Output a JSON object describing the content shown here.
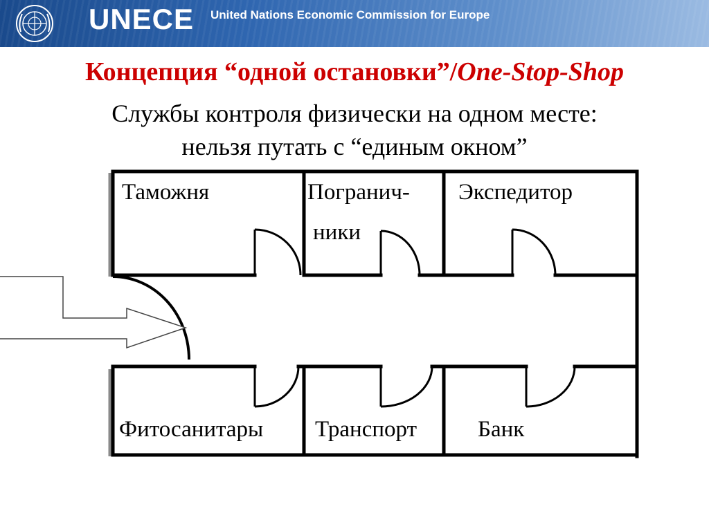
{
  "header": {
    "org_short": "UNECE",
    "org_full": "United Nations Economic Commission for Europe",
    "logo_icon": "un-emblem-icon",
    "colors": {
      "banner_dark": "#1a4a8c",
      "banner_light": "#9bbbe2"
    }
  },
  "slide": {
    "title_ru": "Концепция “одной остановки”/",
    "title_en": "One-Stop-Shop",
    "subtitle_line1": "Службы контроля физически на одном месте:",
    "subtitle_line2": "нельзя путать с “единым окном”",
    "title_color": "#cc0000"
  },
  "rooms": {
    "customs": "Таможня",
    "border_line1": "Погранич-",
    "border_line2": "ники",
    "forwarder": "Экспедитор",
    "phyto": "Фитосанитары",
    "transport": "Транспорт",
    "bank": "Банк"
  }
}
